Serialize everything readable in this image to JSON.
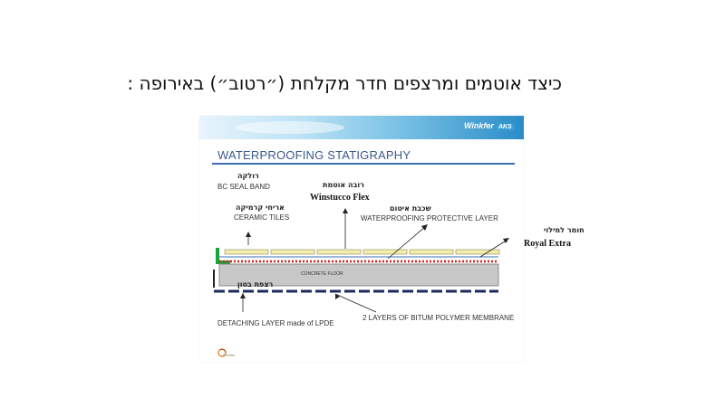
{
  "page": {
    "title": "כיצד אוטמים ומרצפים חדר מקלחת (״רטוב״) באירופה :"
  },
  "slide": {
    "logo_text": "Winkfer",
    "logo_badge": "AKS",
    "heading": "WATERPROOFING STATIGRAPHY",
    "footer_logo_text": "Winkfer",
    "labels": {
      "seal_band_he": "רולקה",
      "seal_band_en": "BC SEAL BAND",
      "ceramic_he": "אריחי קרמיקה",
      "ceramic_en": "CERAMIC TILES",
      "grout_he": "רובה אוטמת",
      "grout_product": "Winstucco Flex",
      "waterproof_he": "שכבת איטום",
      "waterproof_en": "WATERPROOFING PROTECTIVE LAYER",
      "filler_he": "חומר למילוי",
      "filler_product": "Royal Extra",
      "concrete_en": "CONCRETE FLOOR",
      "concrete_he": "רצפת בטון",
      "detaching_en": "DETACHING LAYER made of LPDE",
      "bitum_en": "2 LAYERS OF BITUM POLYMER MEMBRANE"
    }
  },
  "colors": {
    "heading": "#3d5a8a",
    "rule": "#3d6fb0",
    "tile": "#f3ecaa",
    "red_dots": "#d21f1f",
    "concrete": "#c8c8c8",
    "seal_green": "#1aa33a"
  }
}
